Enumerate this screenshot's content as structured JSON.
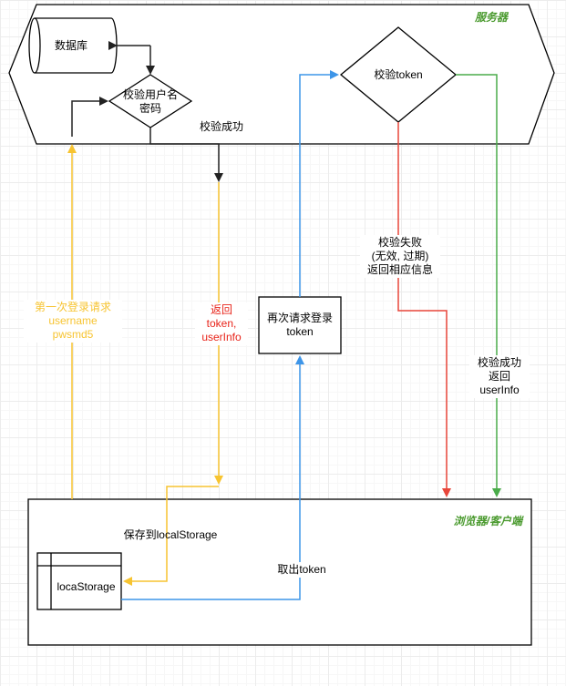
{
  "server": {
    "title": "服务器",
    "database": "数据库",
    "check_credentials": [
      "校验用户名",
      "密码"
    ],
    "check_token": "校验token"
  },
  "client": {
    "title": "浏览器/客户端",
    "storage": "locaStorage"
  },
  "edges": {
    "login_success": "校验成功",
    "first_login": [
      "第一次登录请求",
      "username",
      "pwsmd5"
    ],
    "return_token": [
      "返回",
      "token,",
      "userInfo"
    ],
    "save_storage": "保存到localStorage",
    "request_again": [
      "再次请求登录",
      "token"
    ],
    "take_token": "取出token",
    "check_fail": [
      "校验失败",
      "(无效, 过期)",
      "返回相应信息"
    ],
    "check_success": [
      "校验成功",
      "返回",
      "userInfo"
    ]
  },
  "colors": {
    "yellow": "#f7c431",
    "blue": "#3d95e8",
    "red": "#e8463a",
    "green": "#4aac4a",
    "dark": "#222222",
    "title_green": "#4a9a2e",
    "return_text": "#e8241a"
  }
}
